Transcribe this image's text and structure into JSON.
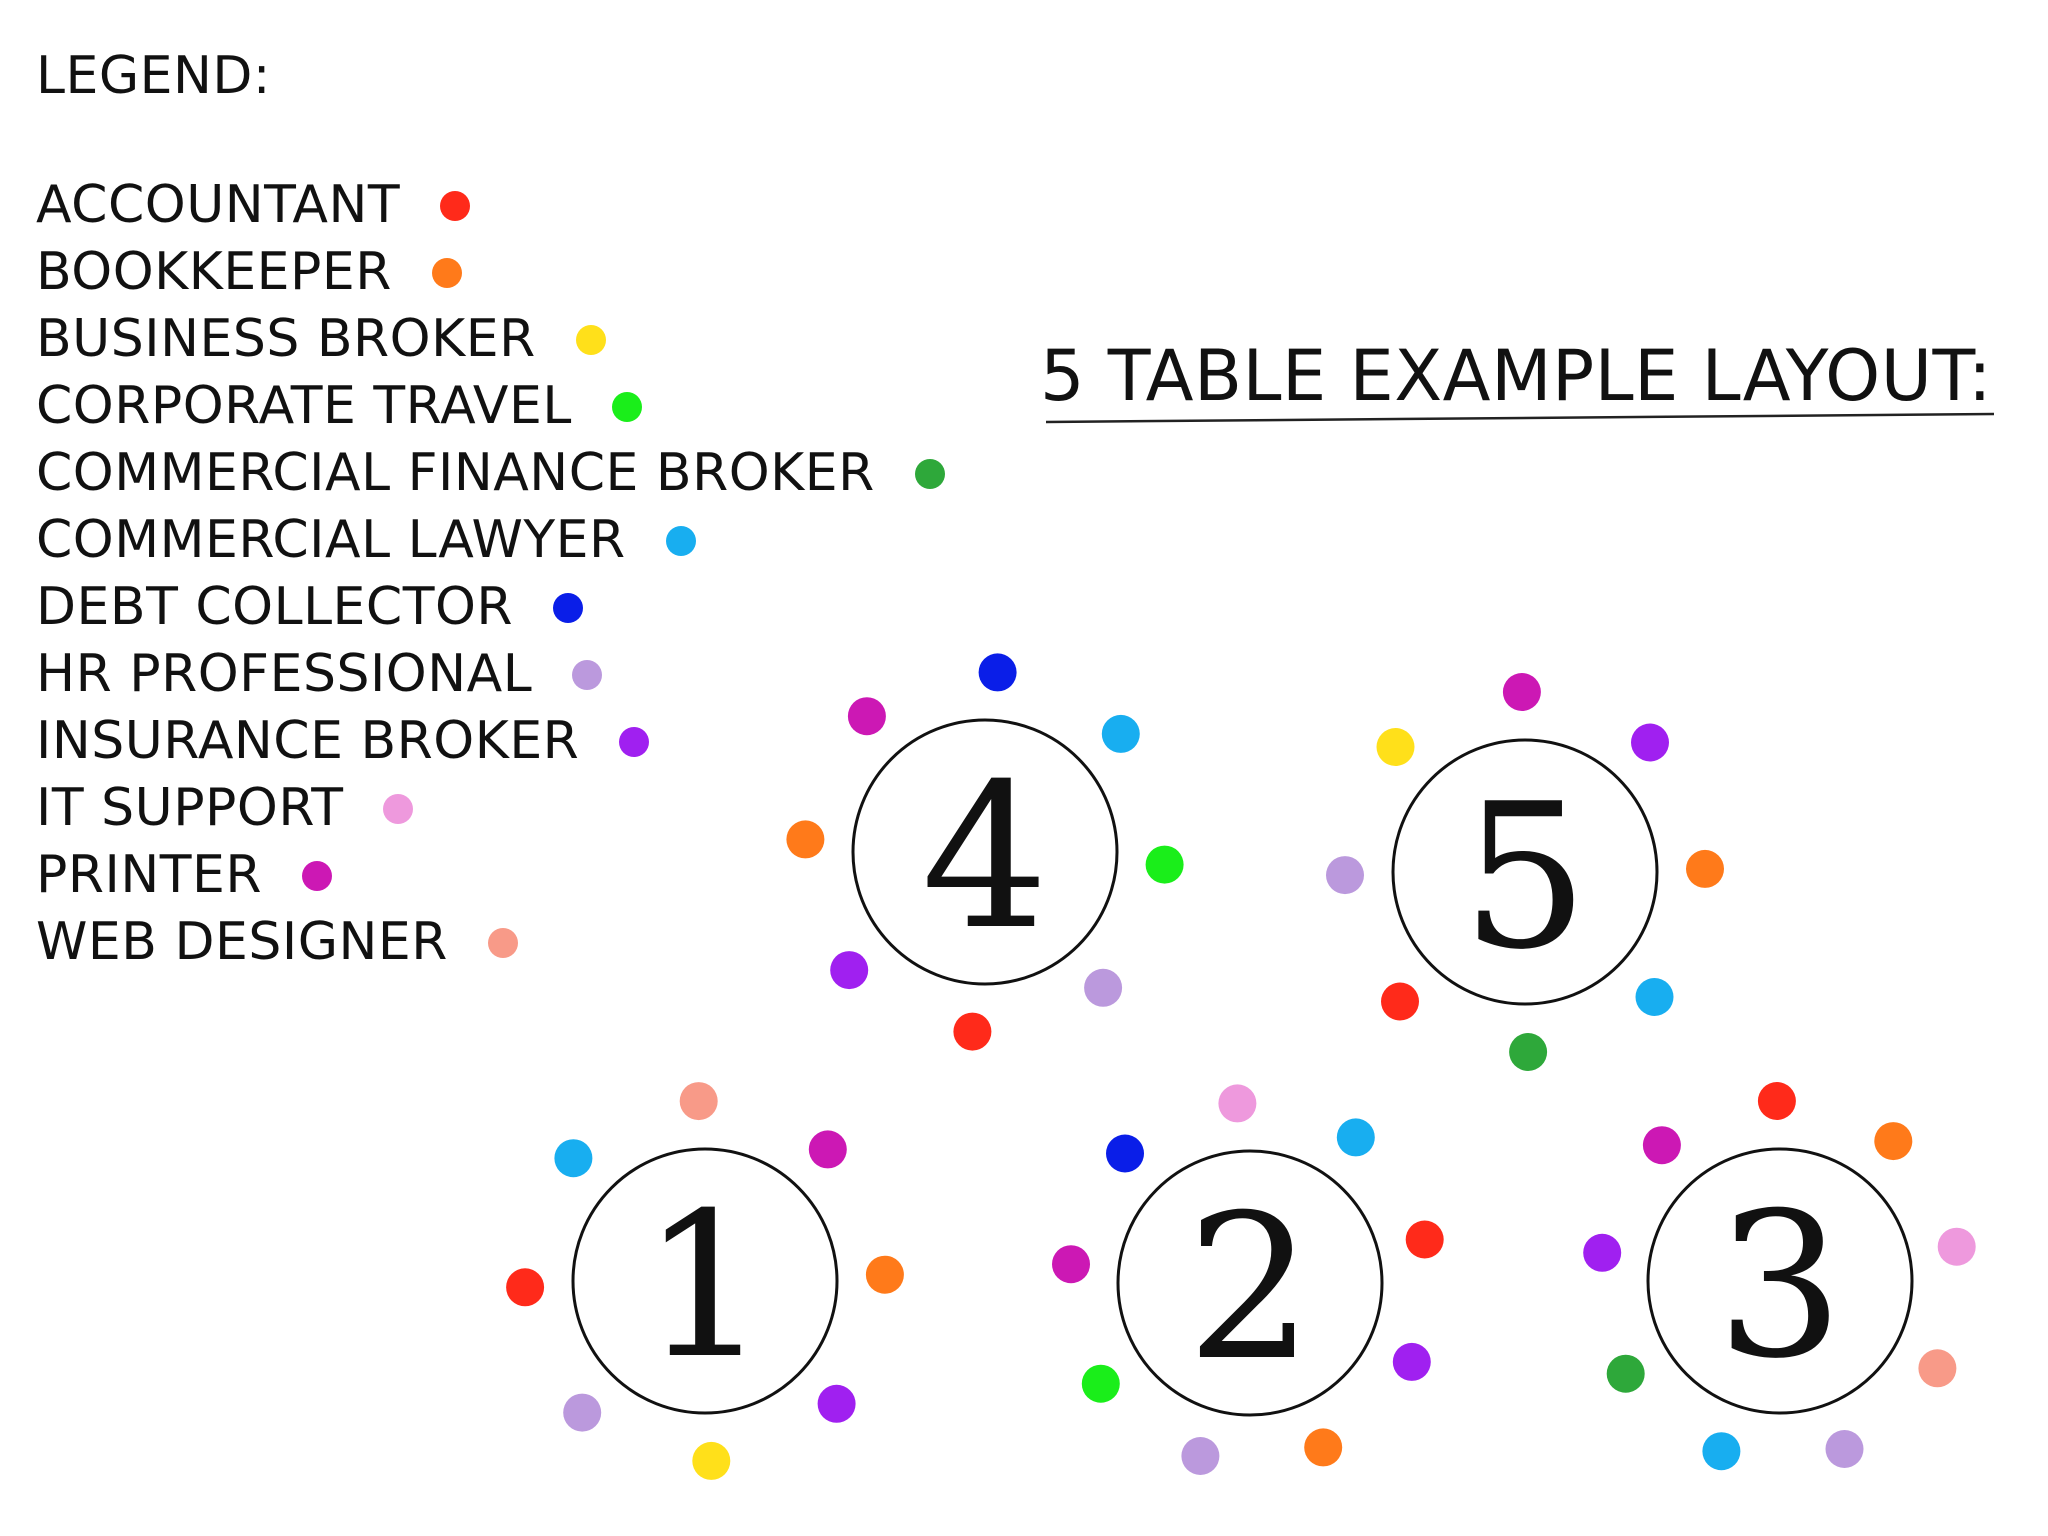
{
  "legend": {
    "title": "LEGEND:",
    "items": [
      {
        "id": "accountant",
        "label": "ACCOUNTANT",
        "color": "#ff2a1a"
      },
      {
        "id": "bookkeeper",
        "label": "BOOKKEEPER",
        "color": "#ff7a1a"
      },
      {
        "id": "business-broker",
        "label": "BUSINESS BROKER",
        "color": "#ffe01a"
      },
      {
        "id": "corporate-travel",
        "label": "CORPORATE TRAVEL",
        "color": "#1aee1a"
      },
      {
        "id": "commercial-finance-broker",
        "label": "COMMERCIAL FINANCE BROKER",
        "color": "#2ea83a"
      },
      {
        "id": "commercial-lawyer",
        "label": "COMMERCIAL LAWYER",
        "color": "#18aef0"
      },
      {
        "id": "debt-collector",
        "label": "DEBT COLLECTOR",
        "color": "#0a1ee8"
      },
      {
        "id": "hr-professional",
        "label": "HR PROFESSIONAL",
        "color": "#bb99dd"
      },
      {
        "id": "insurance-broker",
        "label": "INSURANCE BROKER",
        "color": "#a020f0"
      },
      {
        "id": "it-support",
        "label": "IT SUPPORT",
        "color": "#ee99dd"
      },
      {
        "id": "printer",
        "label": "PRINTER",
        "color": "#cc18b4"
      },
      {
        "id": "web-designer",
        "label": "WEB DESIGNER",
        "color": "#f89a88"
      }
    ]
  },
  "layout": {
    "title": "5 TABLE EXAMPLE LAYOUT:",
    "tables": [
      {
        "number": "4",
        "seats": [
          "debt-collector",
          "commercial-lawyer",
          "corporate-travel",
          "hr-professional",
          "accountant",
          "insurance-broker",
          "bookkeeper",
          "printer"
        ]
      },
      {
        "number": "5",
        "seats": [
          "printer",
          "insurance-broker",
          "bookkeeper",
          "commercial-lawyer",
          "commercial-finance-broker",
          "accountant",
          "hr-professional",
          "business-broker"
        ]
      },
      {
        "number": "1",
        "seats": [
          "web-designer",
          "printer",
          "bookkeeper",
          "insurance-broker",
          "business-broker",
          "hr-professional",
          "accountant",
          "commercial-lawyer"
        ]
      },
      {
        "number": "2",
        "seats": [
          "it-support",
          "commercial-lawyer",
          "accountant",
          "insurance-broker",
          "bookkeeper",
          "hr-professional",
          "corporate-travel",
          "printer",
          "debt-collector"
        ]
      },
      {
        "number": "3",
        "seats": [
          "accountant",
          "bookkeeper",
          "it-support",
          "web-designer",
          "hr-professional",
          "commercial-lawyer",
          "commercial-finance-broker",
          "insurance-broker",
          "printer"
        ]
      }
    ]
  }
}
